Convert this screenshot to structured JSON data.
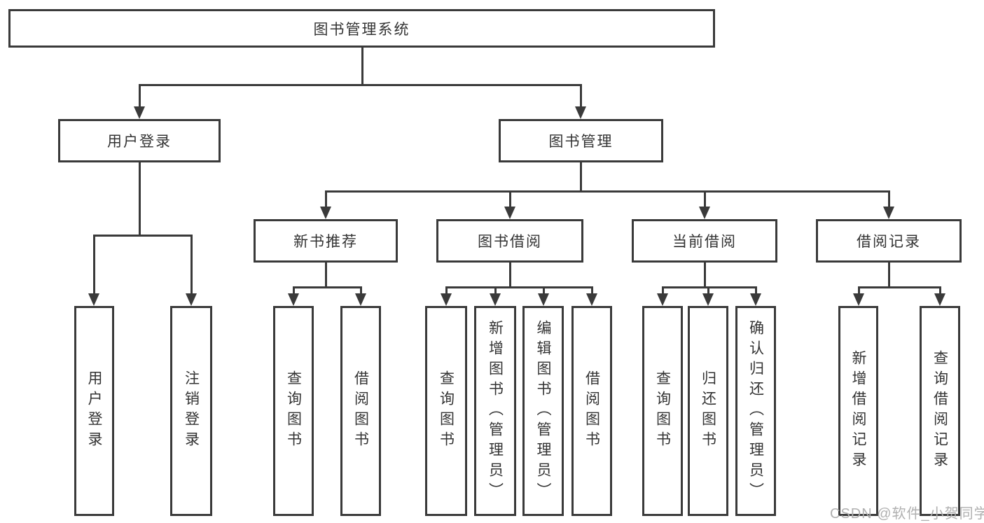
{
  "diagram": {
    "root": {
      "label": "图书管理系统"
    },
    "branches": [
      {
        "label": "用户登录",
        "children": [
          {
            "label": "用户登录"
          },
          {
            "label": "注销登录"
          }
        ]
      },
      {
        "label": "图书管理",
        "children": [
          {
            "label": "新书推荐",
            "children": [
              {
                "label": "查询图书"
              },
              {
                "label": "借阅图书"
              }
            ]
          },
          {
            "label": "图书借阅",
            "children": [
              {
                "label": "查询图书"
              },
              {
                "label": "新增图书（管理员）"
              },
              {
                "label": "编辑图书（管理员）"
              },
              {
                "label": "借阅图书"
              }
            ]
          },
          {
            "label": "当前借阅",
            "children": [
              {
                "label": "查询图书"
              },
              {
                "label": "归还图书"
              },
              {
                "label": "确认归还（管理员）"
              }
            ]
          },
          {
            "label": "借阅记录",
            "children": [
              {
                "label": "新增借阅记录"
              },
              {
                "label": "查询借阅记录"
              }
            ]
          }
        ]
      }
    ]
  },
  "watermark": {
    "text": "CSDN @软件_小贺同学"
  },
  "colors": {
    "line": "#3a3a3a",
    "text": "#333333",
    "watermark": "#b0b0b0",
    "background": "#ffffff"
  }
}
